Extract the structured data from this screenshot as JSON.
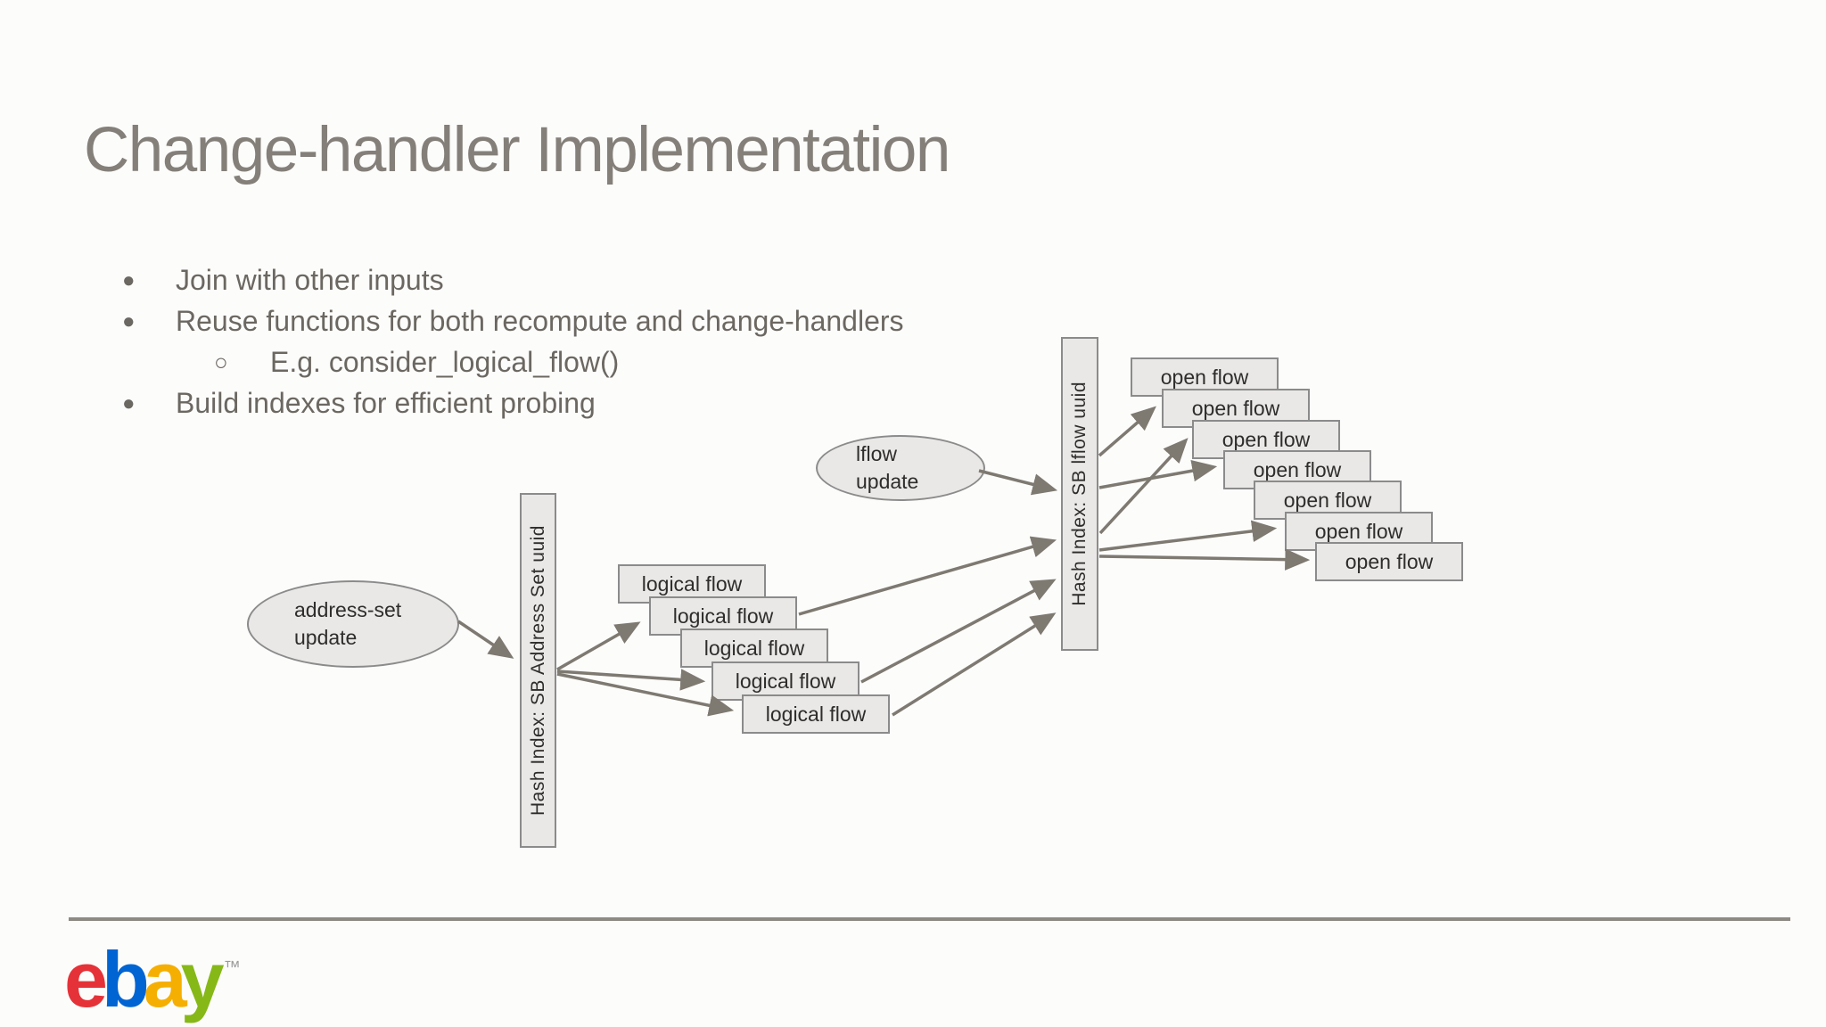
{
  "slide": {
    "title": "Change-handler Implementation"
  },
  "bullets": {
    "b1": "Join with other inputs",
    "b2": "Reuse functions for both recompute and change-handlers",
    "b2a": "E.g. consider_logical_flow()",
    "b3": "Build indexes for efficient probing",
    "marker_filled": "●",
    "marker_open": "○"
  },
  "diagram": {
    "address_set_ellipse": {
      "line1": "address-set",
      "line2": "update"
    },
    "address_hash_label": "Hash Index: SB Address Set uuid",
    "logical_flow_boxes": [
      "logical flow",
      "logical flow",
      "logical flow",
      "logical flow",
      "logical flow"
    ],
    "lflow_ellipse": {
      "line1": "lflow",
      "line2": "update"
    },
    "lflow_hash_label": "Hash Index: SB lflow uuid",
    "open_flow_boxes": [
      "open flow",
      "open flow",
      "open flow",
      "open flow",
      "open flow",
      "open flow",
      "open flow"
    ]
  },
  "footer": {
    "logo": {
      "e": "e",
      "b": "b",
      "a": "a",
      "y": "y",
      "tm": "™"
    },
    "logo_colors": {
      "e": "#e53238",
      "b": "#0064d2",
      "a": "#f5af02",
      "y": "#86b817"
    }
  },
  "colors": {
    "background": "#fcfcfb",
    "title": "#847f79",
    "body_text": "#6b6761",
    "box_fill": "#e9e8e6",
    "box_border": "#8b8b8b",
    "box_text": "#2f2d2b",
    "arrow": "#7e7971",
    "separator": "#8d8983"
  }
}
